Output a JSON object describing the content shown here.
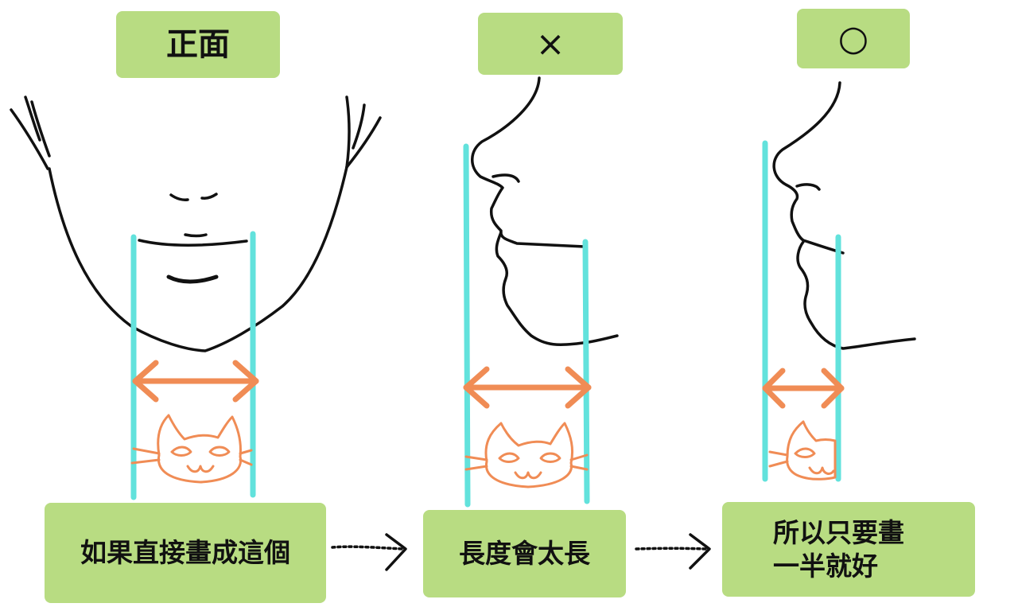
{
  "labels": {
    "front": "正面",
    "wrong": "×",
    "right": "○"
  },
  "captions": {
    "first": "如果直接畫成這個",
    "second": "長度會太長",
    "third_line1": "所以只要畫",
    "third_line2": "一半就好"
  },
  "colors": {
    "label_bg": "#b8dc82",
    "guide_line": "#62e2dc",
    "arrow": "#f08c55",
    "cat": "#f08c55",
    "ink": "#111111"
  },
  "icons": [
    "cat-icon",
    "double-arrow-icon",
    "flow-arrow-icon"
  ]
}
